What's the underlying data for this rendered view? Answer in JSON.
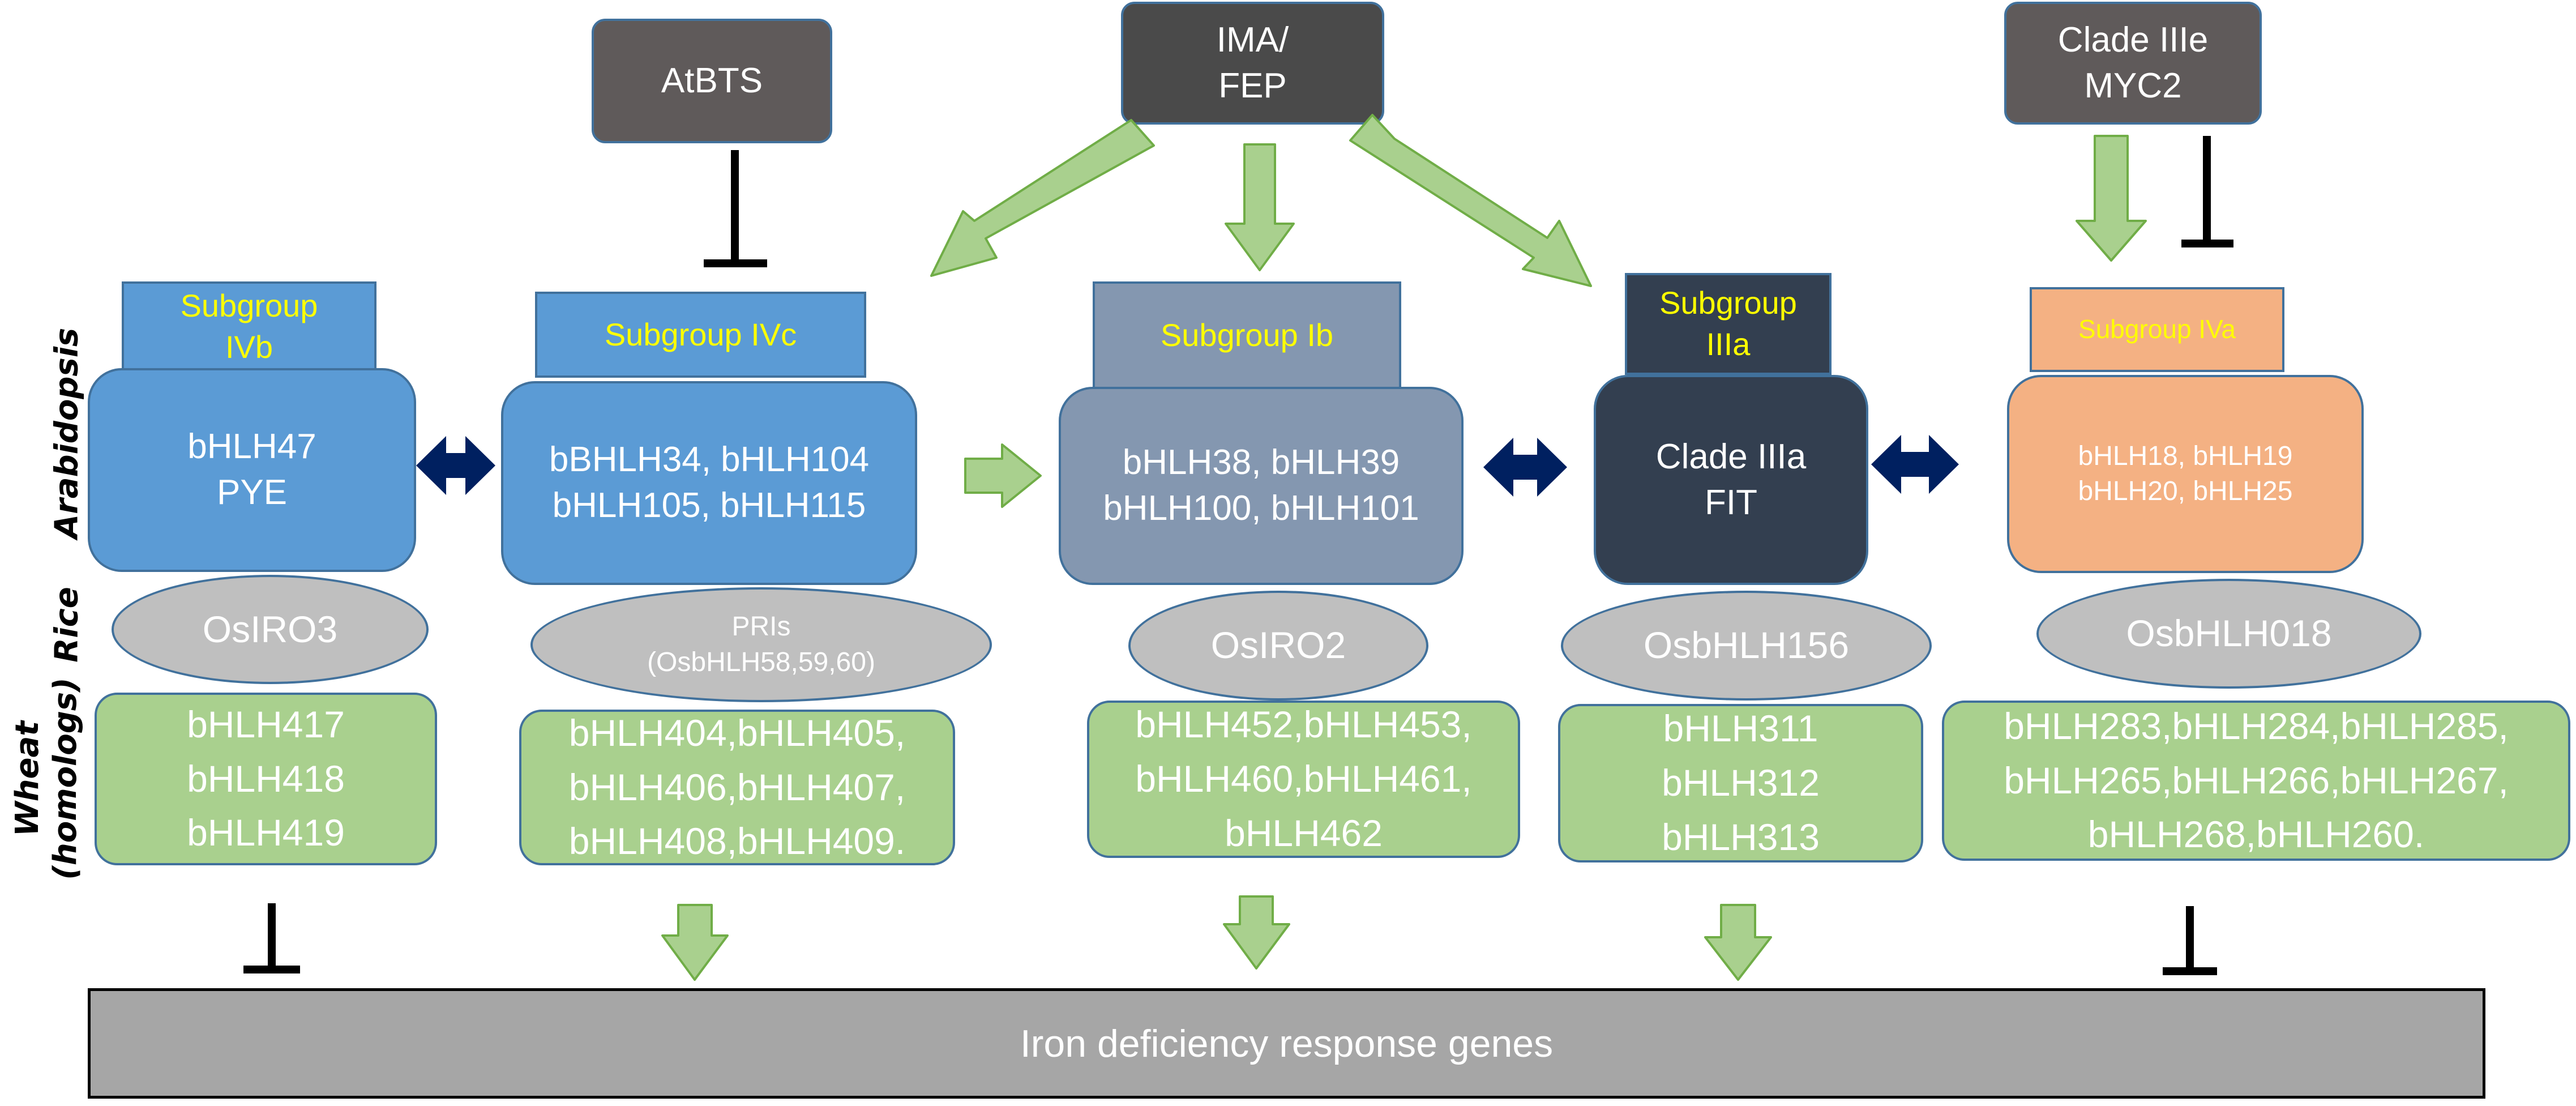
{
  "top_boxes": {
    "atbts": {
      "label": "AtBTS"
    },
    "ima_fep": {
      "line1": "IMA/",
      "line2": "FEP"
    },
    "myc2": {
      "line1": "Clade IIIe",
      "line2": "MYC2"
    }
  },
  "row_labels": {
    "arabidopsis": "Arabidopsis",
    "rice": "Rice",
    "wheat_line1": "Wheat",
    "wheat_line2": "(homologs)"
  },
  "columns": [
    {
      "subgroup_line1": "Subgroup",
      "subgroup_line2": "IVb",
      "arabidopsis_line1": "bHLH47",
      "arabidopsis_line2": "PYE",
      "rice_line1": "OsIRO3",
      "rice_line2": "",
      "wheat_line1": "bHLH417",
      "wheat_line2": "bHLH418",
      "wheat_line3": "bHLH419",
      "regulation": "repress"
    },
    {
      "subgroup_line1": "Subgroup IVc",
      "subgroup_line2": "",
      "arabidopsis_line1": "bBHLH34, bHLH104",
      "arabidopsis_line2": "bHLH105, bHLH115",
      "rice_line1": "PRIs",
      "rice_line2": "(OsbHLH58,59,60)",
      "wheat_line1": "bHLH404,bHLH405,",
      "wheat_line2": "bHLH406,bHLH407,",
      "wheat_line3": "bHLH408,bHLH409.",
      "regulation": "activate"
    },
    {
      "subgroup_line1": "Subgroup Ib",
      "subgroup_line2": "",
      "arabidopsis_line1": "bHLH38, bHLH39",
      "arabidopsis_line2": "bHLH100, bHLH101",
      "rice_line1": "OsIRO2",
      "rice_line2": "",
      "wheat_line1": "bHLH452,bHLH453,",
      "wheat_line2": "bHLH460,bHLH461,",
      "wheat_line3": "bHLH462",
      "regulation": "activate"
    },
    {
      "subgroup_line1": "Subgroup",
      "subgroup_line2": "IIIa",
      "arabidopsis_line1": "Clade IIIa",
      "arabidopsis_line2": "FIT",
      "rice_line1": "OsbHLH156",
      "rice_line2": "",
      "wheat_line1": "bHLH311",
      "wheat_line2": "bHLH312",
      "wheat_line3": "bHLH313",
      "regulation": "activate"
    },
    {
      "subgroup_line1": "Subgroup IVa",
      "subgroup_line2": "",
      "arabidopsis_line1": "bHLH18, bHLH19",
      "arabidopsis_line2": "bHLH20, bHLH25",
      "rice_line1": "OsbHLH018",
      "rice_line2": "",
      "wheat_line1": "bHLH283,bHLH284,bHLH285,",
      "wheat_line2": "bHLH265,bHLH266,bHLH267,",
      "wheat_line3": "bHLH268,bHLH260.",
      "regulation": "repress"
    }
  ],
  "bottom_bar": {
    "label": "Iron deficiency response genes"
  },
  "colors": {
    "top_box_fill": "#5f5a5a",
    "ivb_fill": "#5b9bd5",
    "ivc_fill": "#5b9bd5",
    "ib_fill": "#8497b0",
    "iiia_fill": "#333f50",
    "iva_fill": "#f4b183",
    "subgroup_text": "#ffff00",
    "rice_fill": "#bfbfbf",
    "wheat_fill": "#a9d08e",
    "activation_arrow": "#a9d08e",
    "interaction_arrow": "#002060",
    "repression_bar": "#000000",
    "outline": "#41719c",
    "bottom_bar_fill": "#a6a6a6"
  }
}
